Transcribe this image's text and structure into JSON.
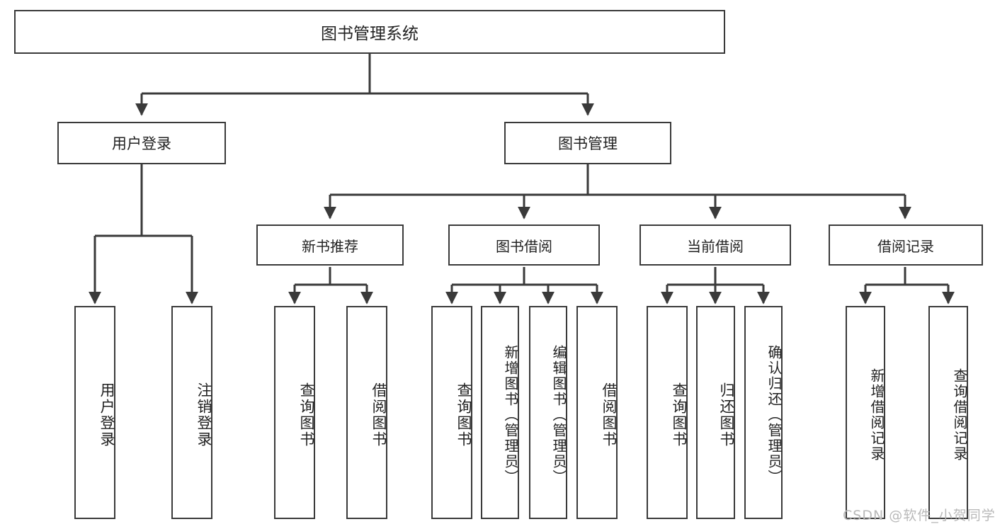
{
  "diagram": {
    "title": "图书管理系统",
    "type": "tree-hierarchy",
    "watermark": "CSDN @软件_小贺同学",
    "colors": {
      "border": "#3a3a3a",
      "text": "#222222",
      "background": "#ffffff",
      "watermark": "#b9b9b9"
    }
  },
  "root": {
    "label": "图书管理系统"
  },
  "level2": [
    {
      "label": "用户登录"
    },
    {
      "label": "图书管理"
    }
  ],
  "level3": [
    {
      "label": "新书推荐"
    },
    {
      "label": "图书借阅"
    },
    {
      "label": "当前借阅"
    },
    {
      "label": "借阅记录"
    }
  ],
  "leaves": {
    "user_login": [
      {
        "label": "用户登录"
      },
      {
        "label": "注销登录"
      }
    ],
    "new_book_recommend": [
      {
        "label": "查询图书"
      },
      {
        "label": "借阅图书"
      }
    ],
    "book_borrow": [
      {
        "label": "查询图书"
      },
      {
        "label": "新增图书（管理员）"
      },
      {
        "label": "编辑图书（管理员）"
      },
      {
        "label": "借阅图书"
      }
    ],
    "current_borrow": [
      {
        "label": "查询图书"
      },
      {
        "label": "归还图书"
      },
      {
        "label": "确认归还（管理员）"
      }
    ],
    "borrow_record": [
      {
        "label": "新增借阅记录"
      },
      {
        "label": "查询借阅记录"
      }
    ]
  }
}
